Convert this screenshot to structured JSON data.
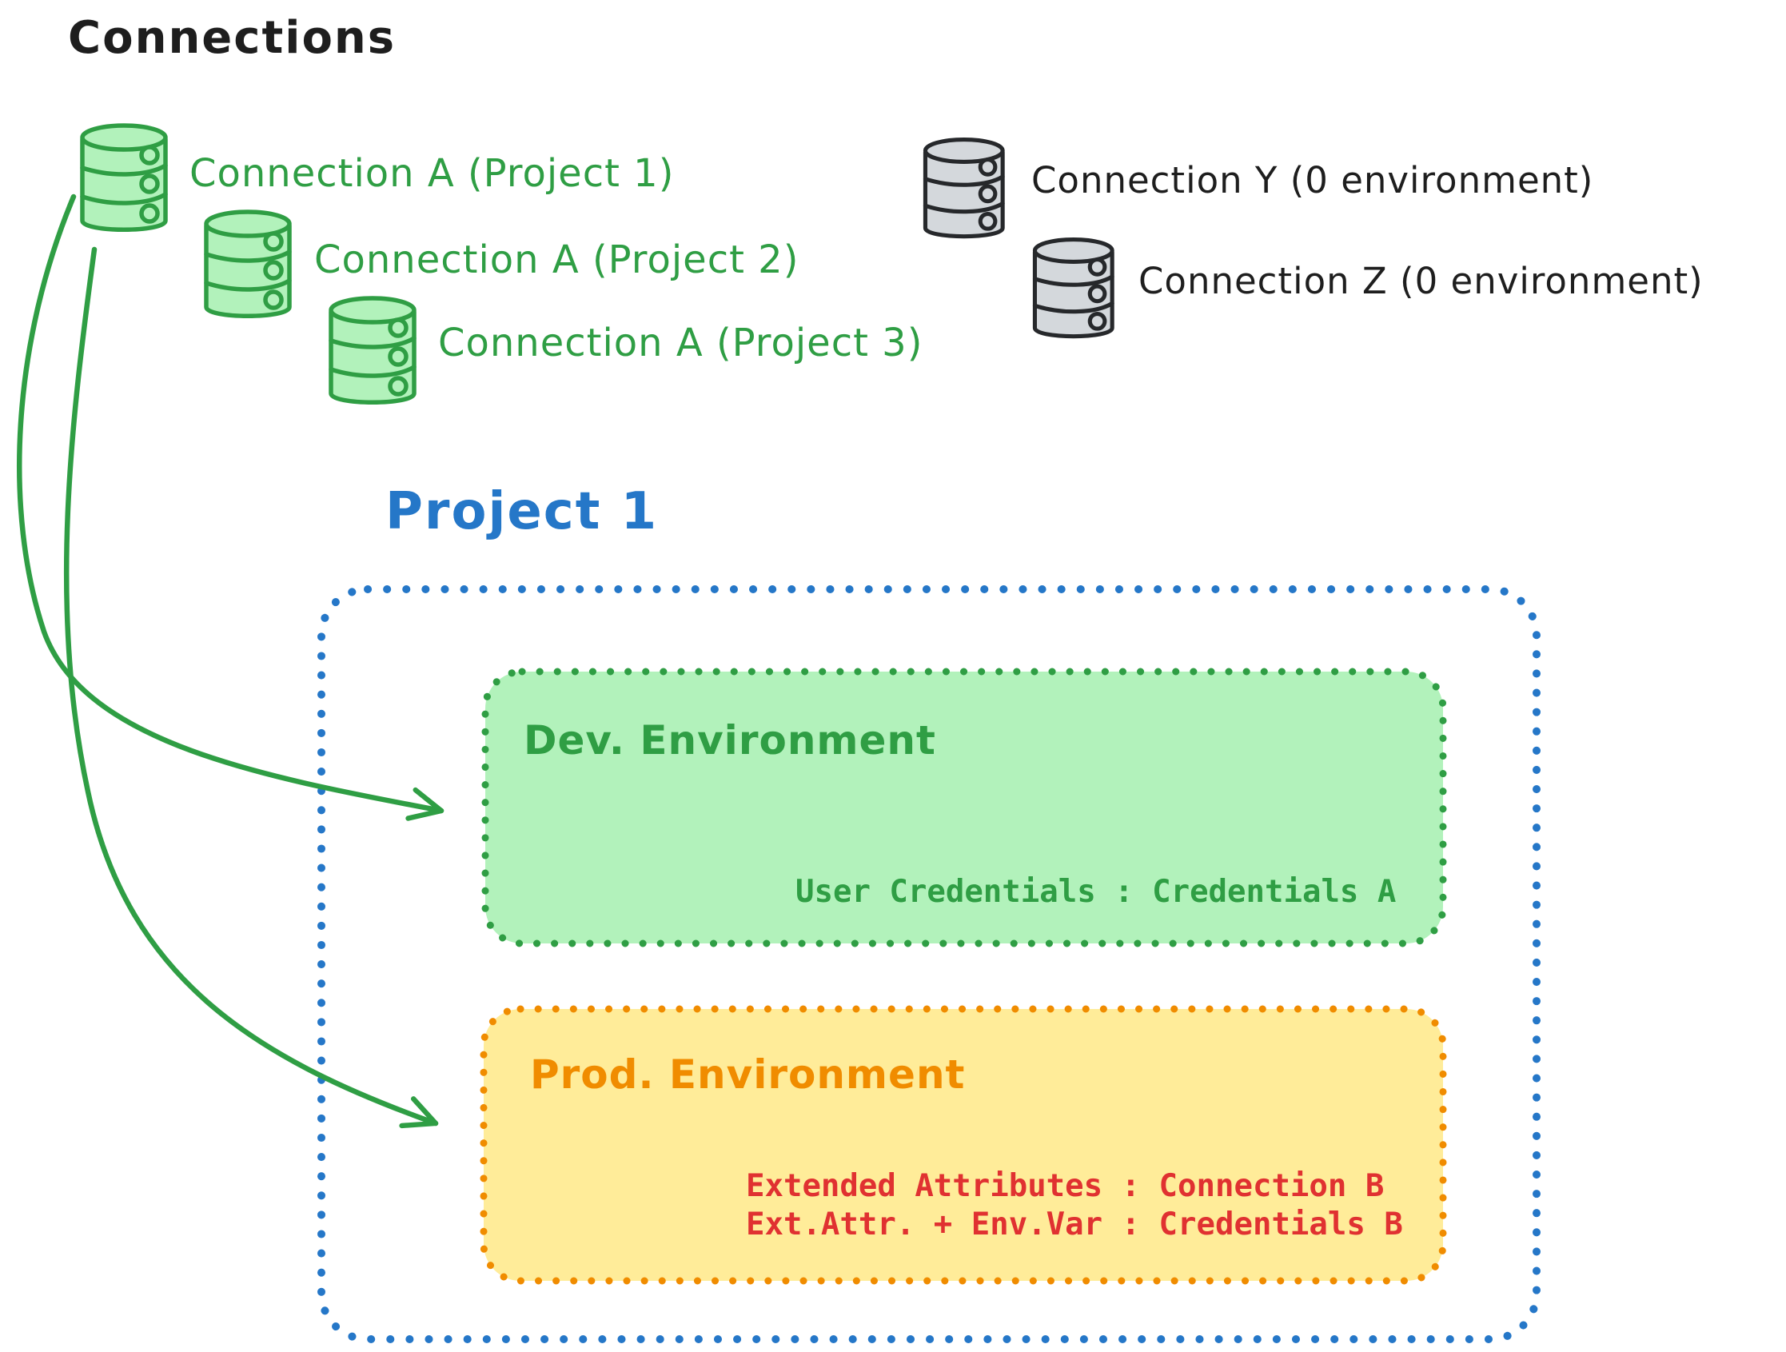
{
  "title": "Connections",
  "connections": {
    "project_a": [
      {
        "label": "Connection A (Project 1)"
      },
      {
        "label": "Connection A (Project 2)"
      },
      {
        "label": "Connection A (Project 3)"
      }
    ],
    "unassigned": [
      {
        "label": "Connection Y (0 environment)"
      },
      {
        "label": "Connection Z (0 environment)"
      }
    ]
  },
  "project": {
    "label": "Project 1",
    "dev_environment": {
      "title": "Dev. Environment",
      "mappings": [
        "User Credentials : Credentials A"
      ]
    },
    "prod_environment": {
      "title": "Prod. Environment",
      "mappings": [
        "Extended Attributes : Connection B",
        "Ext.Attr. + Env.Var : Credentials B"
      ]
    }
  },
  "icons": {
    "database_green": "database-icon",
    "database_gray": "database-icon"
  },
  "colors": {
    "ink": "#1e1e1e",
    "green": "#2f9e44",
    "green_fill": "#b2f2bb",
    "blue": "#2577c8",
    "orange": "#f08c00",
    "yellow_fill": "#ffec99",
    "red": "#e03131",
    "gray_stroke": "#26282b",
    "gray_fill": "#d4d8dc"
  }
}
